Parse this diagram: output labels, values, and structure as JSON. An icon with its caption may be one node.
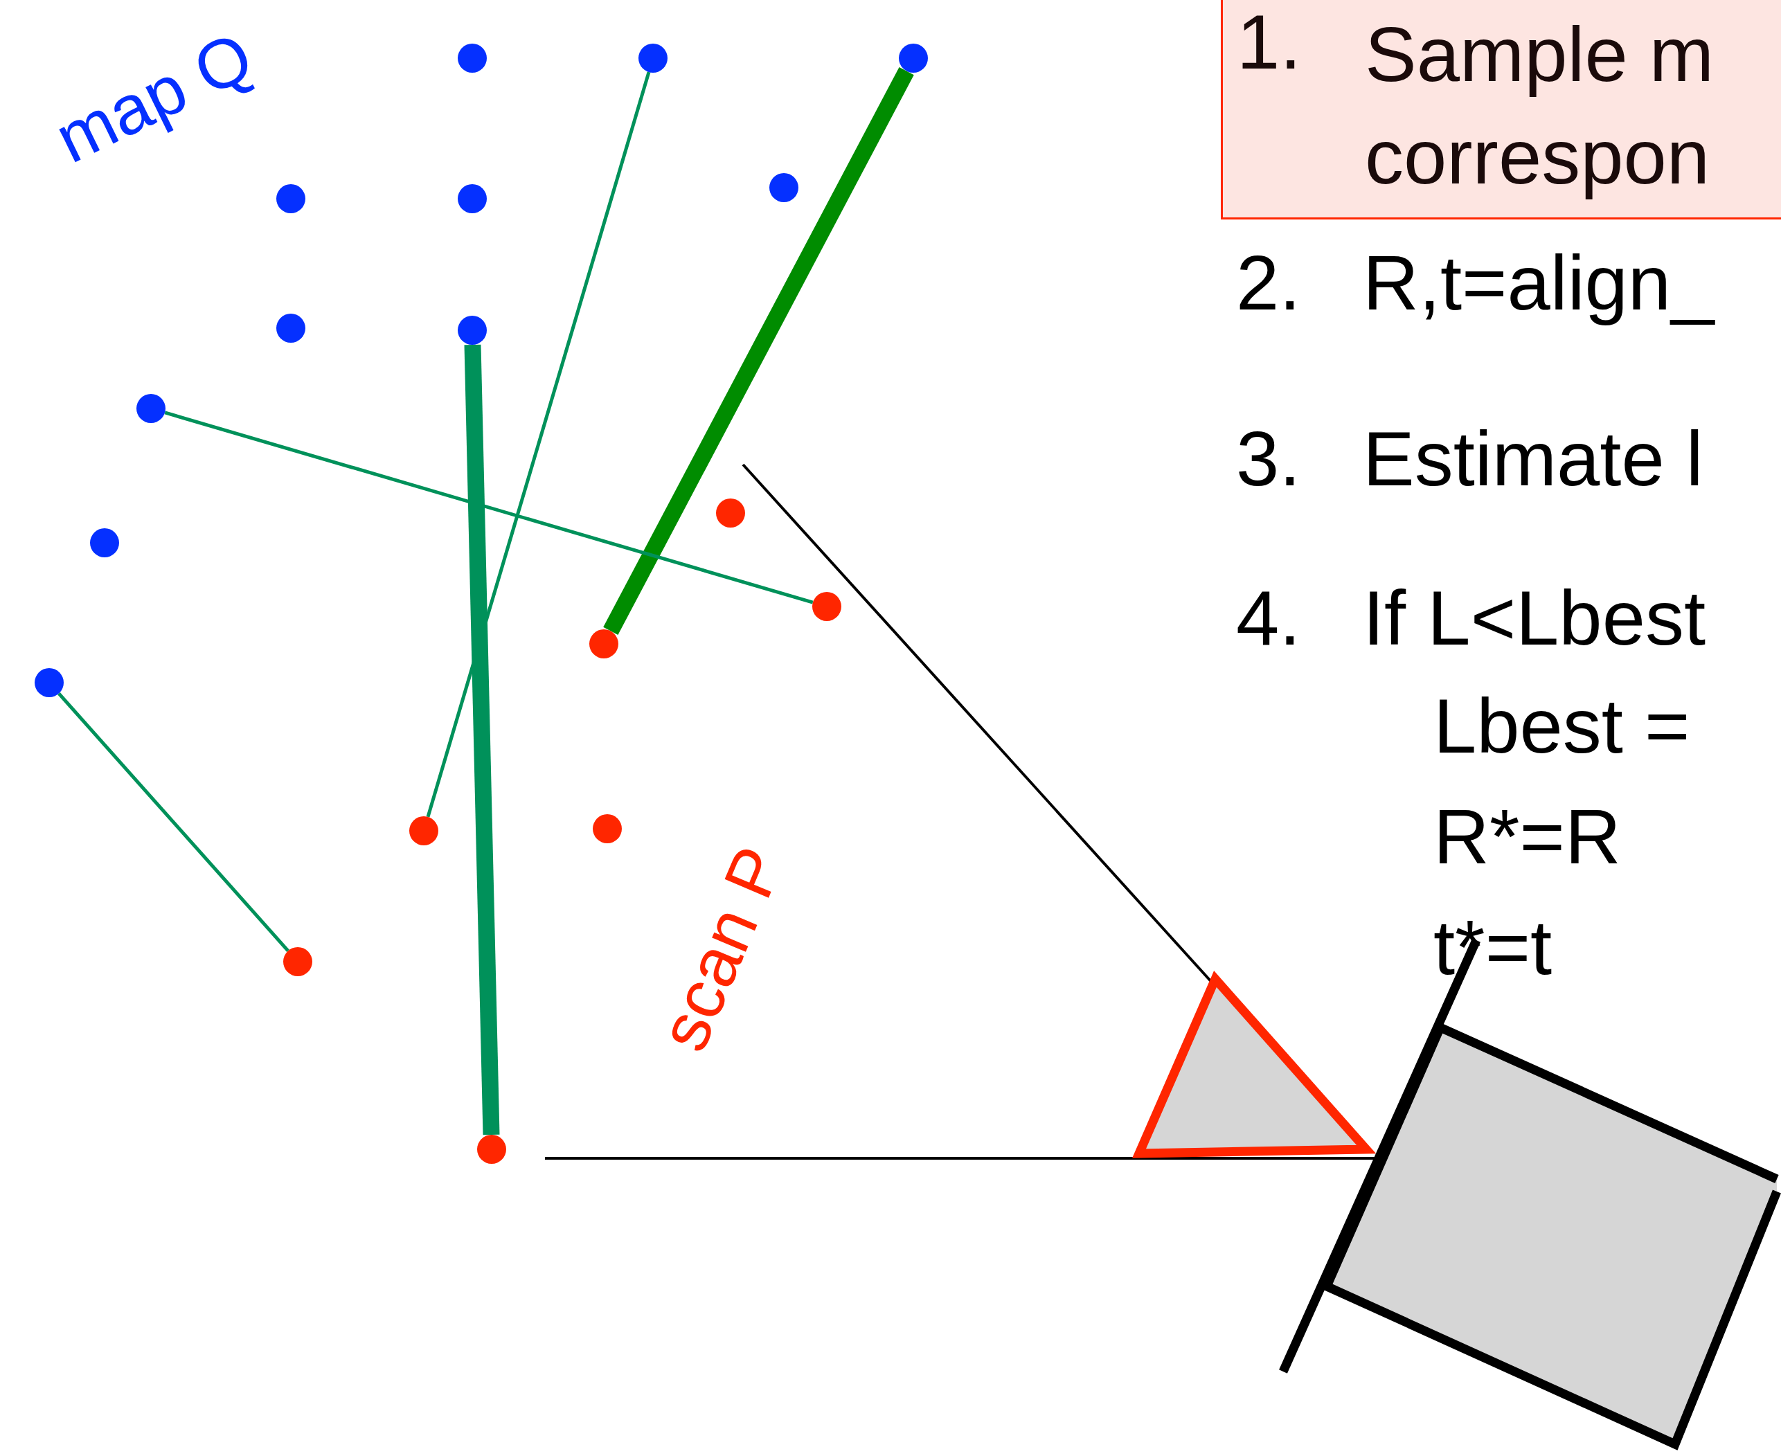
{
  "diagram": {
    "nodes": [
      {
        "text": [
          "1.",
          "Sample m correspon"
        ]
      },
      {
        "text": [],
        "shape": "circle"
      },
      {
        "text": [],
        "shape": "circle"
      },
      {
        "text": [],
        "shape": "circle"
      },
      {
        "text": [],
        "shape": "circle"
      },
      {
        "text": [],
        "shape": "circle"
      },
      {
        "text": [],
        "shape": "circle"
      },
      {
        "text": [],
        "shape": "circle"
      },
      {
        "text": [],
        "shape": "circle"
      },
      {
        "text": [],
        "shape": "circle"
      },
      {
        "text": [],
        "shape": "circle"
      },
      {
        "text": [],
        "shape": "circle"
      },
      {
        "text": [],
        "shape": "circle"
      },
      {
        "text": [],
        "shape": "circle"
      },
      {
        "text": [],
        "shape": "circle"
      },
      {
        "text": [],
        "shape": "circle"
      },
      {
        "text": [],
        "shape": "circle"
      },
      {
        "text": [],
        "shape": "circle"
      },
      {
        "text": [],
        "shape": "circle"
      }
    ],
    "edges": [
      {
        "from": 2,
        "to": 16,
        "arrow": "none"
      },
      {
        "from": 3,
        "to": 14,
        "arrow": "none",
        "style": "thick",
        "color": "#008c00"
      },
      {
        "from": 9,
        "to": 13,
        "arrow": "none"
      },
      {
        "from": 11,
        "to": 17,
        "arrow": "none"
      },
      {
        "from": 8,
        "to": 18,
        "arrow": "none",
        "style": "thick"
      }
    ],
    "labels": [
      "map Q",
      "2.",
      "R,t=align_",
      "3.",
      "Estimate l",
      "4.",
      "If L<Lbest",
      "Lbest =",
      "R*=R",
      "t*=t",
      "scan P"
    ]
  }
}
